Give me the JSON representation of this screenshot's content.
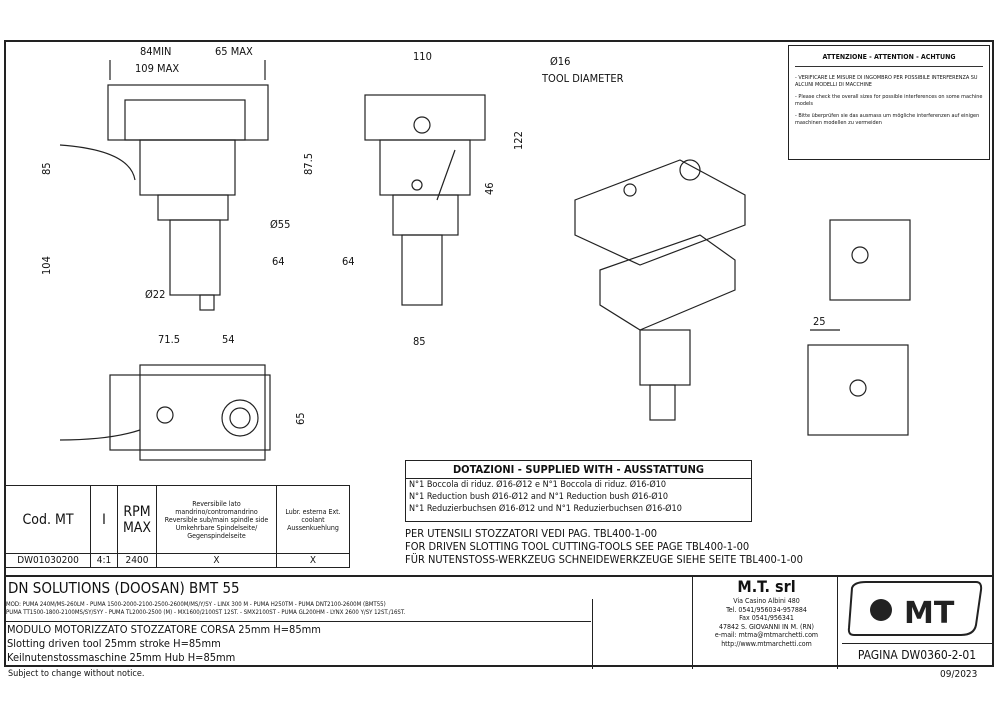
{
  "dimensions": {
    "d84min": "84MIN",
    "d65max": "65 MAX",
    "d109max": "109 MAX",
    "d85": "85",
    "d87_5": "87.5",
    "d104": "104",
    "d55": "Ø55",
    "d64a": "64",
    "d22": "Ø22",
    "d71_5": "71.5",
    "d54": "54",
    "d65": "65",
    "d110": "110",
    "d16": "Ø16",
    "tool_diameter": "TOOL DIAMETER",
    "d122": "122",
    "d46": "46",
    "d64b": "64",
    "d85b": "85",
    "d25": "25"
  },
  "attention": {
    "title": "ATTENZIONE - ATTENTION - ACHTUNG",
    "it": "- VERIFICARE LE MISURE DI INGOMBRO PER POSSIBILE INTERFERENZA SU ALCUNI MODELLI DI MACCHINE",
    "en": "- Please check the overall sizes for possible interferences on some machine models",
    "de": "- Bitte überprüfen sie das ausmass um mögliche interferenzen auf einigen maschinen modellen zu vermeiden"
  },
  "spec_table": {
    "headers": [
      "Cod. MT",
      "I",
      "RPM MAX",
      "Reversibile lato mandrino/contromandrino Reversible sub/main spindle side Umkehrbare Spindelseite/ Gegenspindelseite",
      "Lubr. esterna Ext. coolant Aussenkuehlung"
    ],
    "row": [
      "DW01030200",
      "4:1",
      "2400",
      "X",
      "X"
    ]
  },
  "supplied": {
    "title": "DOTAZIONI - SUPPLIED WITH - AUSSTATTUNG",
    "lines": [
      "N°1 Boccola di riduz. Ø16-Ø12 e N°1 Boccola di riduz. Ø16-Ø10",
      "N°1 Reduction bush Ø16-Ø12 and N°1 Reduction bush Ø16-Ø10",
      "N°1 Reduzierbuchsen Ø16-Ø12 und N°1 Reduzierbuchsen Ø16-Ø10"
    ]
  },
  "tools_note": [
    "PER UTENSILI STOZZATORI VEDI PAG. TBL400-1-00",
    "FOR DRIVEN SLOTTING TOOL CUTTING-TOOLS SEE PAGE TBL400-1-00",
    "FÜR NUTENSTOSS-WERKZEUG SCHNEIDEWERKZEUGE SIEHE SEITE TBL400-1-00"
  ],
  "title_block": {
    "machine": "DN SOLUTIONS (DOOSAN)   BMT 55",
    "models": [
      "MOD: PUMA 240M/MS-260LM - PUMA 1500-2000-2100-2500-2600M/MS/Y/SY - LINX 300 M - PUMA H250TM - PUMA DNT2100-2600M (BMT55)",
      "PUMA TT1500-1800-2100MS/SY/SYY - PUMA TL2000-2500 (M) - MX1600/2100ST 12ST. - SMX2100ST - PUMA GL200HM - LYNX 2600 Y/SY 12ST./16ST."
    ],
    "desc": [
      "MODULO MOTORIZZATO STOZZATORE CORSA 25mm H=85mm",
      "Slotting driven tool 25mm stroke H=85mm",
      "Keilnutenstossmaschine 25mm Hub H=85mm"
    ]
  },
  "company": {
    "name": "M.T. srl",
    "lines": [
      "Via Casino Albini 480",
      "Tel. 0541/956034-957884",
      "Fax 0541/956341",
      "47842 S. GIOVANNI IN M. (RN)",
      "e-mail: mtma@mtmarchetti.com",
      "http://www.mtmarchetti.com"
    ],
    "logo": "MT"
  },
  "page": "PAGINA  DW0360-2-01",
  "footer": {
    "note": "Subject to change without notice.",
    "date": "09/2023"
  }
}
